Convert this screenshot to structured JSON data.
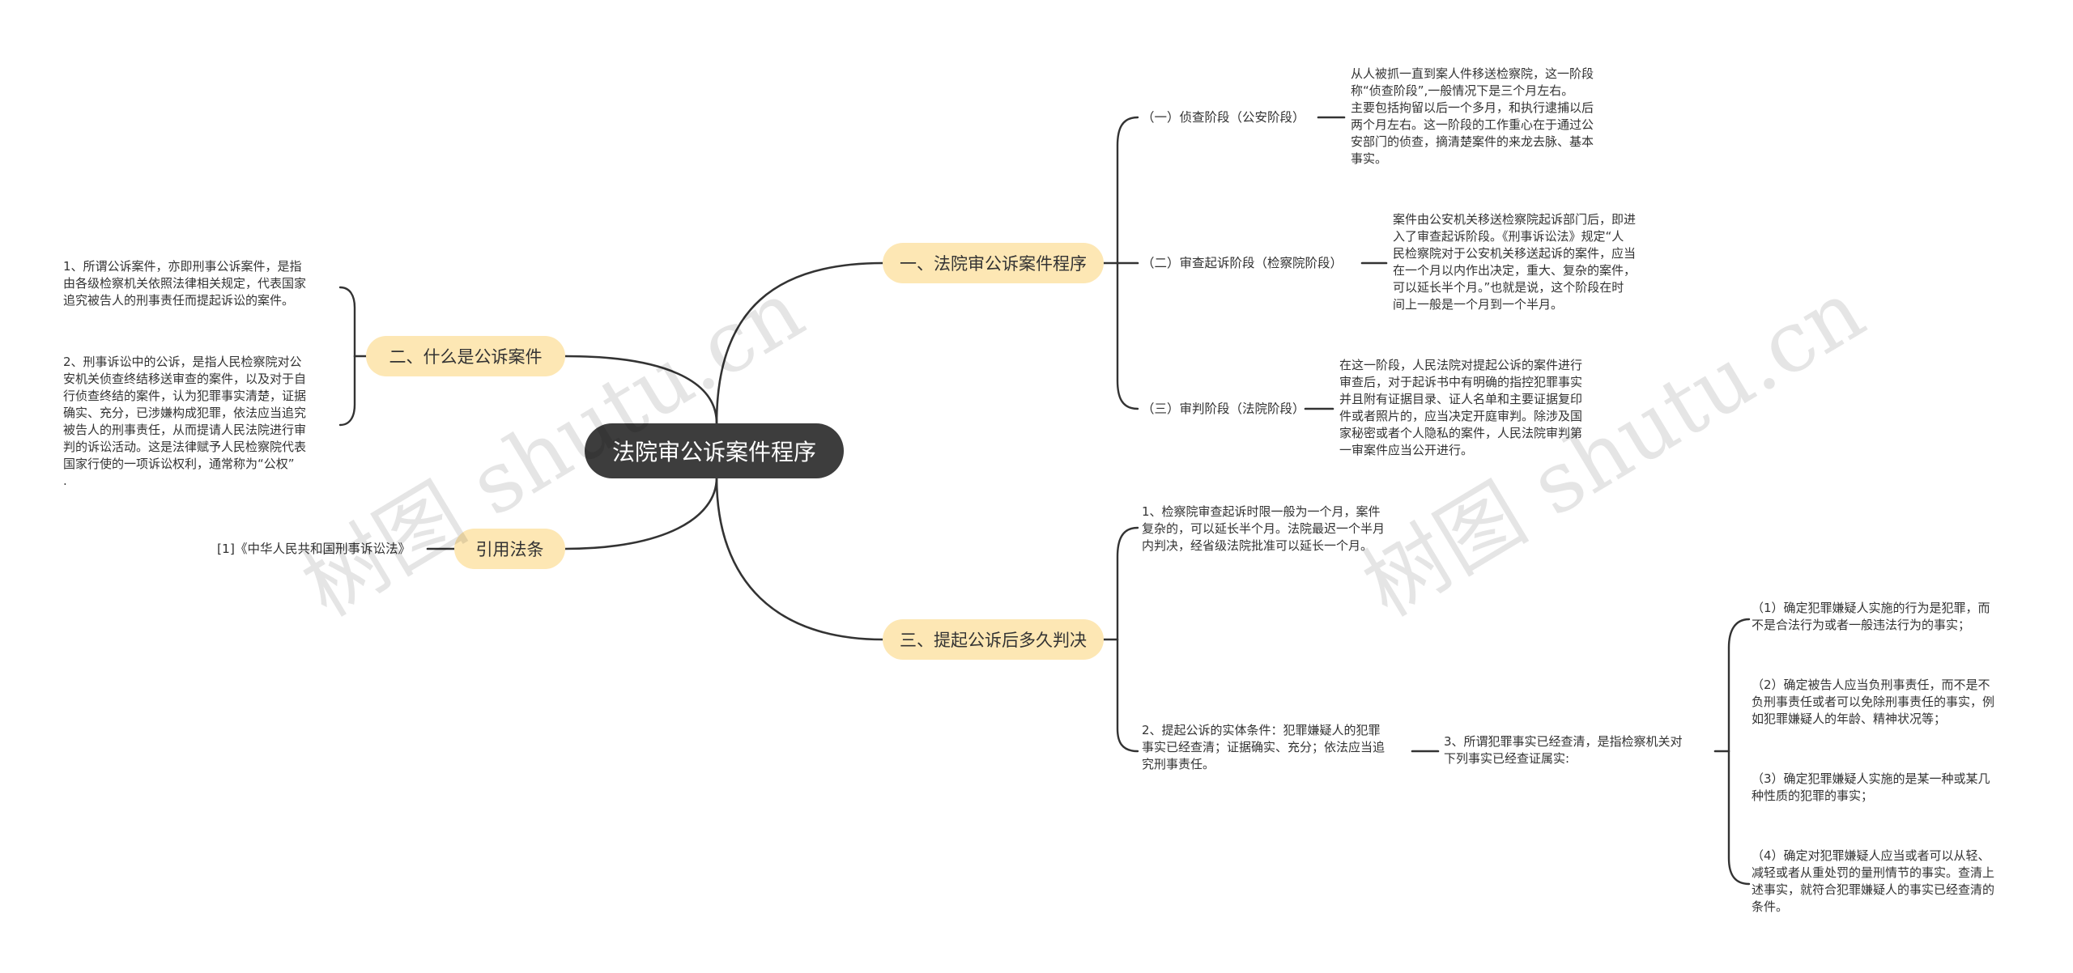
{
  "root": "法院审公诉案件程序",
  "branches": {
    "b1": "一、法院审公诉案件程序",
    "b2": "二、什么是公诉案件",
    "b3": "引用法条",
    "b4": "三、提起公诉后多久判决"
  },
  "b1_children": {
    "s1_label": "（一）侦查阶段（公安阶段）",
    "s1_text": "从人被抓一直到案人件移送检察院，这一阶段\n称“侦查阶段”,一般情况下是三个月左右。\n主要包括拘留以后一个多月，和执行逮捕以后\n两个月左右。这一阶段的工作重心在于通过公\n安部门的侦查，摘清楚案件的来龙去脉、基本\n事实。",
    "s2_label": "（二）审查起诉阶段（检察院阶段）",
    "s2_text": "案件由公安机关移送检察院起诉部门后，即进\n入了审查起诉阶段。《刑事诉讼法》规定“人\n民检察院对于公安机关移送起诉的案件，应当\n在一个月以内作出决定，重大、复杂的案件，\n可以延长半个月。”也就是说，这个阶段在时\n间上一般是一个月到一个半月。",
    "s3_label": "（三）审判阶段（法院阶段）",
    "s3_text": "在这一阶段，人民法院对提起公诉的案件进行\n审查后，对于起诉书中有明确的指控犯罪事实\n并且附有证据目录、证人名单和主要证据复印\n件或者照片的，应当决定开庭审判。除涉及国\n家秘密或者个人隐私的案件，人民法院审判第\n一审案件应当公开进行。"
  },
  "b2_children": {
    "p1": "1、所谓公诉案件，亦即刑事公诉案件，是指\n由各级检察机关依照法律相关规定，代表国家\n追究被告人的刑事责任而提起诉讼的案件。",
    "p2": "2、刑事诉讼中的公诉，是指人民检察院对公\n安机关侦查终结移送审查的案件，以及对于自\n行侦查终结的案件，认为犯罪事实清楚，证据\n确实、充分，已涉嫌构成犯罪，依法应当追究\n被告人的刑事责任，从而提请人民法院进行审\n判的诉讼活动。这是法律赋予人民检察院代表\n国家行使的一项诉讼权利，通常称为“公权”\n."
  },
  "b3_children": {
    "law": "[1]《中华人民共和国刑事诉讼法》"
  },
  "b4_children": {
    "t1": "1、检察院审查起诉时限一般为一个月，案件\n复杂的，可以延长半个月。法院最迟一个半月\n内判决，经省级法院批准可以延长一个月。",
    "t2": "2、提起公诉的实体条件：犯罪嫌疑人的犯罪\n事实已经查清；证据确实、充分；依法应当追\n究刑事责任。",
    "t3": "3、所谓犯罪事实已经查清，是指检察机关对\n下列事实已经查证属实:",
    "c1": "（1）确定犯罪嫌疑人实施的行为是犯罪，而\n不是合法行为或者一般违法行为的事实；",
    "c2": "（2）确定被告人应当负刑事责任，而不是不\n负刑事责任或者可以免除刑事责任的事实，例\n如犯罪嫌疑人的年龄、精神状况等；",
    "c3": "（3）确定犯罪嫌疑人实施的是某一种或某几\n种性质的犯罪的事实；",
    "c4": "（4）确定对犯罪嫌疑人应当或者可以从轻、\n减轻或者从重处罚的量刑情节的事实。查清上\n述事实，就符合犯罪嫌疑人的事实已经查清的\n条件。"
  },
  "watermarks": [
    "树图 shutu.cn",
    "树图 shutu.cn"
  ]
}
